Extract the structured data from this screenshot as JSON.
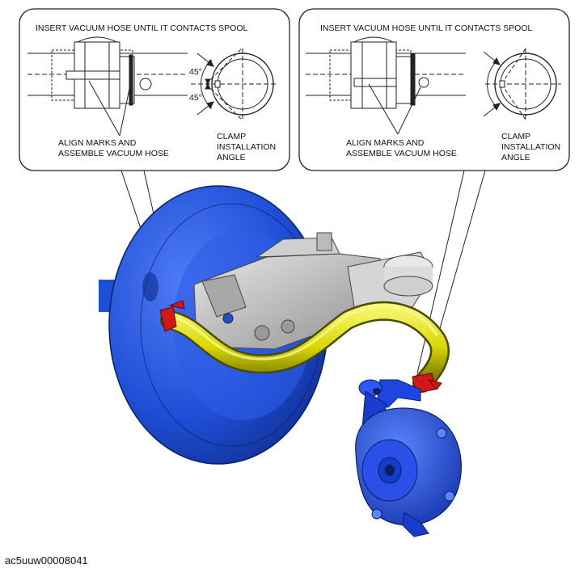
{
  "callout_left": {
    "title": "INSERT VACUUM HOSE UNTIL IT CONTACTS SPOOL",
    "align_line1": "ALIGN MARKS AND",
    "align_line2": "ASSEMBLE VACUUM HOSE",
    "angle_top": "45°",
    "angle_bottom": "45°",
    "clamp_line1": "CLAMP",
    "clamp_line2": "INSTALLATION",
    "clamp_line3": "ANGLE"
  },
  "callout_right": {
    "title": "INSERT VACUUM HOSE UNTIL IT CONTACTS SPOOL",
    "align_line1": "ALIGN MARKS AND",
    "align_line2": "ASSEMBLE VACUUM HOSE",
    "clamp_line1": "CLAMP",
    "clamp_line2": "INSTALLATION",
    "clamp_line3": "ANGLE"
  },
  "figure_code": "ac5uuw00008041",
  "colors": {
    "booster_blue": "#1f4fd6",
    "booster_dark": "#0d2a8a",
    "hose_yellow": "#e0e000",
    "hose_dark": "#6a6a00",
    "clamp_red": "#d01818",
    "master_cyl_gray": "#bdbdbd",
    "pump_blue": "#1f45e0"
  }
}
